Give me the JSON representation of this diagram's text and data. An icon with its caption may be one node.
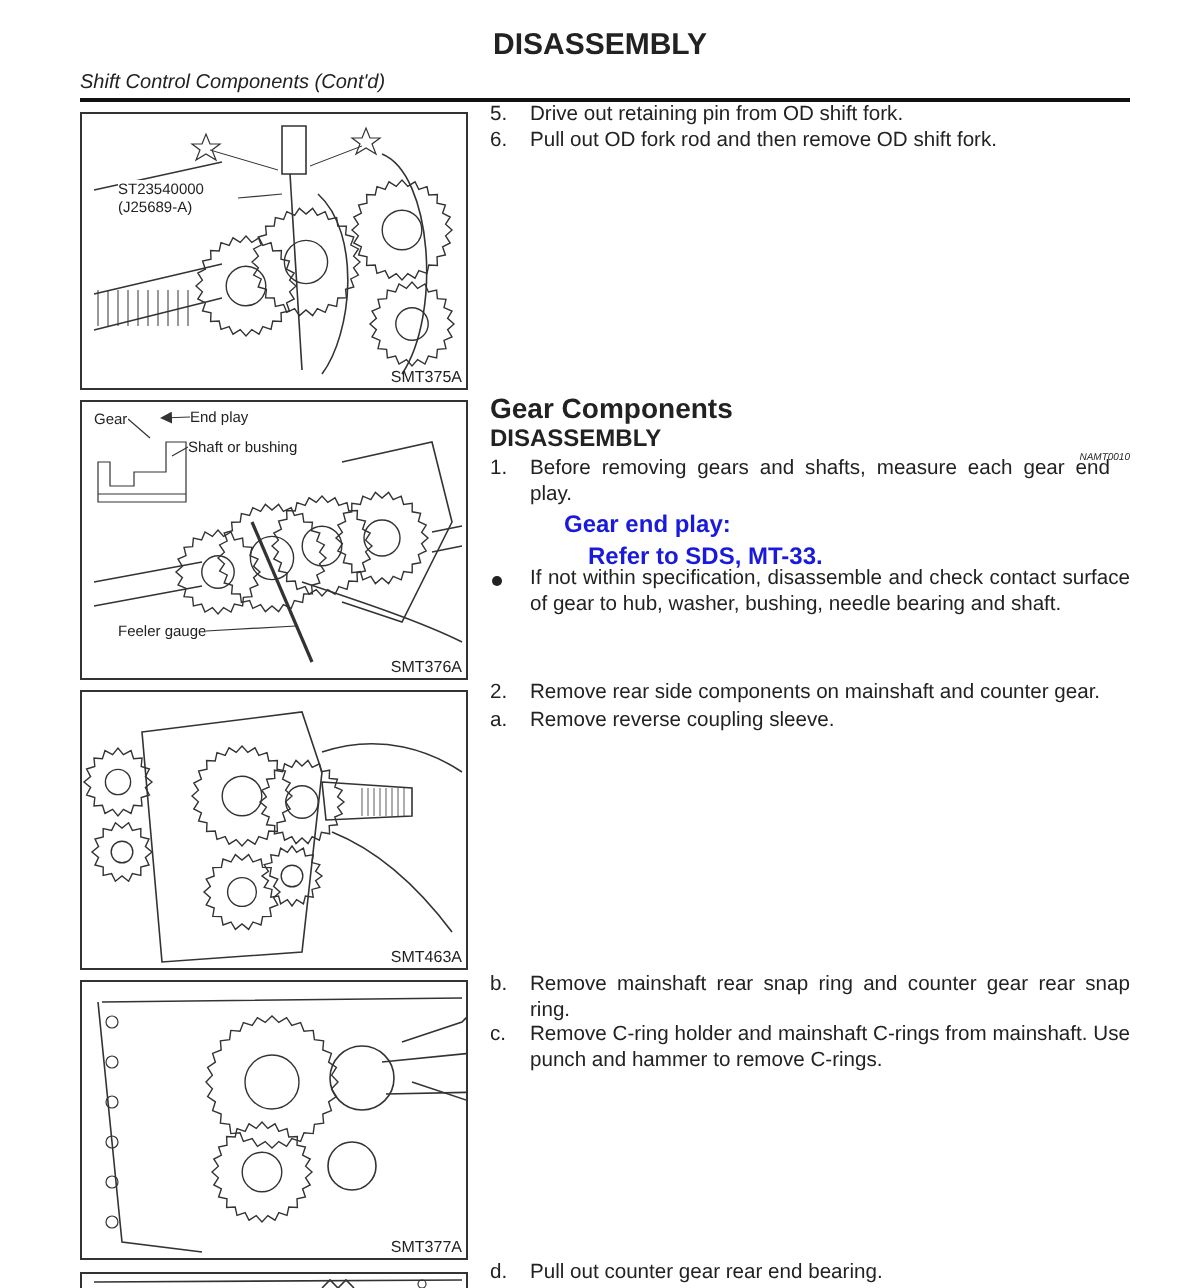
{
  "diagram": {
    "title": "DISASSEMBLY",
    "nodes": [
      {
        "text": [
          "SMT375A"
        ]
      },
      {
        "text": [
          "ST23540000 (J25689-A)"
        ],
        "in": 0
      },
      {
        "text": [
          "SMT376A"
        ]
      },
      {
        "text": [
          "Gear"
        ],
        "in": 2
      },
      {
        "text": [
          "End play"
        ],
        "in": 2
      },
      {
        "text": [
          "Shaft or bushing"
        ],
        "in": 2
      },
      {
        "text": [
          "Feeler gauge"
        ],
        "in": 2
      },
      {
        "text": [
          "SMT463A"
        ]
      },
      {
        "text": [
          "SMT377A"
        ]
      },
      {
        "text": [],
        "shape": "picture"
      }
    ],
    "edges": [
      {
        "from": 1,
        "to": null,
        "arrow": "none"
      },
      {
        "from": 3,
        "to": null,
        "arrow": "none"
      },
      {
        "from": 4,
        "to": null,
        "arrow": "to"
      },
      {
        "from": 5,
        "to": null,
        "arrow": "none"
      },
      {
        "from": 6,
        "to": null,
        "arrow": "none"
      }
    ],
    "labels": [
      "Shift Control Components (Cont'd)",
      "5.",
      "Drive out retaining pin from OD shift fork.",
      "6.",
      "Pull out OD fork rod and then remove OD shift fork.",
      "Gear Components",
      "DISASSEMBLY",
      "NAMT0010",
      "1.",
      "Before removing gears and shafts, measure each gear end play.",
      "Gear end play:",
      "Refer to SDS, MT-33.",
      "If not within specification, disassemble and check contact surface of gear to hub, washer, bushing, needle bearing and shaft.",
      "2.",
      "Remove rear side components on mainshaft and counter gear.",
      "a.",
      "Remove reverse coupling sleeve.",
      "b.",
      "Remove mainshaft rear snap ring and counter gear rear snap ring.",
      "c.",
      "Remove C-ring holder and mainshaft C-rings from mainshaft. Use punch and hammer to remove C-rings.",
      "d.",
      "Pull out counter gear rear end bearing."
    ]
  }
}
